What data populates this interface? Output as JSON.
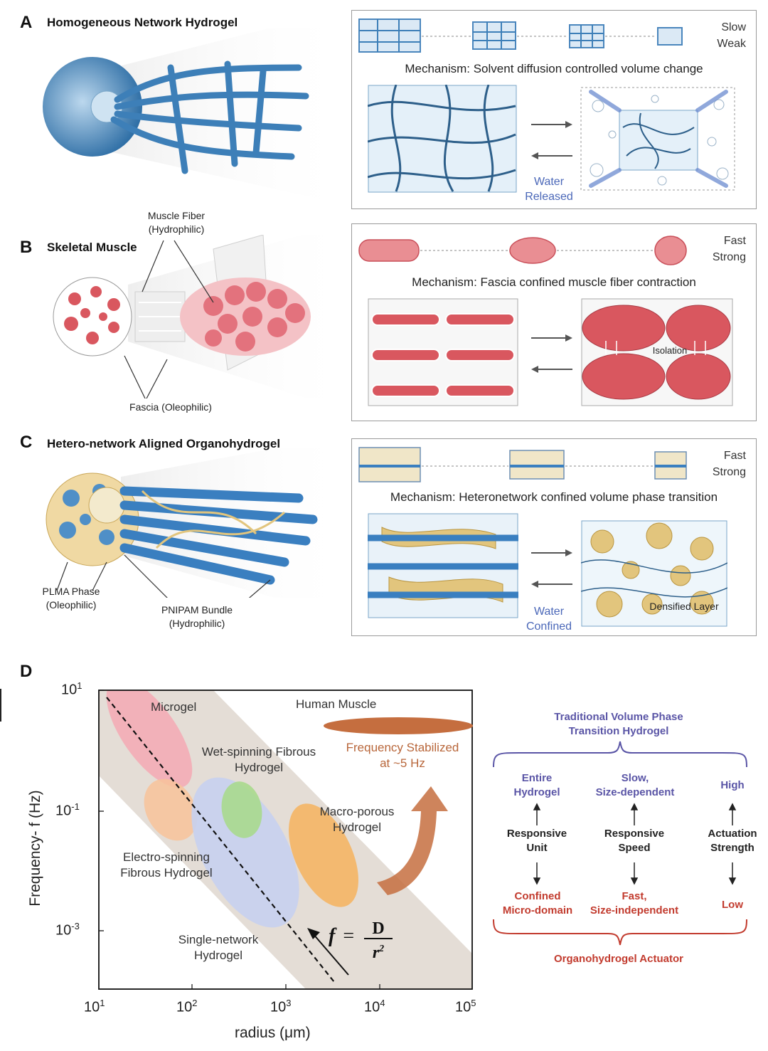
{
  "panelA": {
    "letter": "A",
    "title": "Homogeneous Network Hydrogel",
    "tag_line1": "Slow",
    "tag_line2": "Weak",
    "mechanism": "Mechanism: Solvent diffusion controlled volume change",
    "water_line1": "Water",
    "water_line2": "Released"
  },
  "panelB": {
    "letter": "B",
    "title": "Skeletal Muscle",
    "fiber_line1": "Muscle Fiber",
    "fiber_line2": "(Hydrophilic)",
    "fascia": "Fascia (Oleophilic)",
    "tag_line1": "Fast",
    "tag_line2": "Strong",
    "mechanism": "Mechanism: Fascia confined muscle fiber contraction",
    "isolation": "Isolation"
  },
  "panelC": {
    "letter": "C",
    "title": "Hetero-network Aligned Organohydrogel",
    "plma_line1": "PLMA Phase",
    "plma_line2": "(Oleophilic)",
    "pnipam_line1": "PNIPAM Bundle",
    "pnipam_line2": "(Hydrophilic)",
    "tag_line1": "Fast",
    "tag_line2": "Strong",
    "mechanism": "Mechanism: Heteronetwork confined volume phase transition",
    "water_line1": "Water",
    "water_line2": "Confined",
    "densified": "Densified Layer"
  },
  "panelD": {
    "letter": "D",
    "xlabel": "radius (μm)",
    "ylabel": "Frequency- f (Hz)",
    "xticks": [
      "10",
      "10",
      "10",
      "10",
      "10"
    ],
    "xtick_exp": [
      "1",
      "2",
      "3",
      "4",
      "5"
    ],
    "yticks": [
      "10",
      "10",
      "10"
    ],
    "ytick_exp": [
      "1",
      "-1",
      "-3"
    ],
    "formula_f": "f",
    "formula_eq": "=",
    "formula_num": "D",
    "formula_den": "r",
    "formula_den_exp": "2",
    "regions": {
      "microgel": "Microgel",
      "wet_line1": "Wet-spinning Fibrous",
      "wet_line2": "Hydrogel",
      "electro_line1": "Electro-spinning",
      "electro_line2": "Fibrous Hydrogel",
      "single_line1": "Single-network",
      "single_line2": "Hydrogel",
      "macro_line1": "Macro-porous",
      "macro_line2": "Hydrogel",
      "human_muscle": "Human Muscle",
      "freq_line1": "Frequency Stabilized",
      "freq_line2": "at ~5 Hz"
    },
    "colors": {
      "band": "#e4ddd6",
      "microgel": "#f4a9b4",
      "electro": "#f8c39a",
      "wet": "#a9d98d",
      "single": "#c6d0ef",
      "macro": "#f4b565",
      "muscle": "#c56e3f"
    }
  },
  "comparison": {
    "top_line1": "Traditional Volume Phase",
    "top_line2": "Transition Hydrogel",
    "bottom": "Organohydrogel Actuator",
    "columns": [
      {
        "top_line1": "Entire",
        "top_line2": "Hydrogel",
        "mid_line1": "Responsive",
        "mid_line2": "Unit",
        "bot_line1": "Confined",
        "bot_line2": "Micro-domain"
      },
      {
        "top_line1": "Slow,",
        "top_line2": "Size-dependent",
        "mid_line1": "Responsive",
        "mid_line2": "Speed",
        "bot_line1": "Fast,",
        "bot_line2": "Size-independent"
      },
      {
        "top_line1": "High",
        "top_line2": "",
        "mid_line1": "Actuation",
        "mid_line2": "Strength",
        "bot_line1": "Low",
        "bot_line2": ""
      }
    ]
  }
}
